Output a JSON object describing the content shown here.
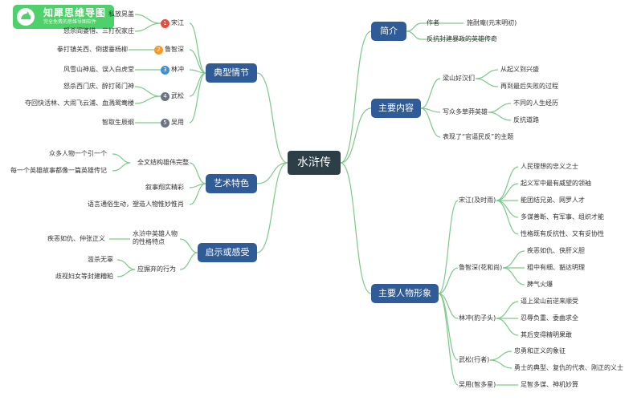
{
  "logo": {
    "title": "知犀思维导图",
    "subtitle": "完全免费的思维导图软件"
  },
  "root": "水浒传",
  "intro": {
    "label": "简介",
    "author_label": "作者",
    "author_value": "施耐庵(元末明初)",
    "theme": "反抗封建暴政的英雄传奇"
  },
  "content": {
    "label": "主要内容",
    "liangshan": "梁山好汉们",
    "liangshan_1": "从起义到兴盛",
    "liangshan_2": "再到最后失败的过程",
    "heroes": "写众多草莽英雄",
    "heroes_1": "不同的人生经历",
    "heroes_2": "反抗道路",
    "theme": "表现了“官逼民反”的主题"
  },
  "plots": {
    "label": "典型情节",
    "n1": "1",
    "n2": "2",
    "n3": "3",
    "n4": "4",
    "n5": "5",
    "c1": "宋江",
    "c2": "鲁智深",
    "c3": "林冲",
    "c4": "武松",
    "c5": "吴用",
    "s1a": "私放晁盖",
    "s1b": "怒杀阎婆惜、三打祝家庄",
    "s2": "拳打镇关西、倒拔垂杨柳",
    "s3": "风雪山神庙、误入白虎堂",
    "s4a": "怒杀西门庆、醉打蒋门神",
    "s4b": "夺回快活林、大闹飞云浦、血溅鸳鸯楼",
    "s5": "智取生辰纲"
  },
  "art": {
    "label": "艺术特色",
    "structure": "全文结构雄伟完整",
    "structure_1": "众多人物一个引一个",
    "structure_2": "每一个英雄故事都像一篇英雄传记",
    "narration": "叙事翔实精彩",
    "language": "语言通俗生动，塑造人物惟妙惟肖"
  },
  "insight": {
    "label": "启示或感受",
    "traits": "水浒中英雄人物\n的性格特点",
    "traits_1": "疾恶如仇、仲张正义",
    "abandon": "应摒弃的行为",
    "abandon_1": "滥杀无辜",
    "abandon_2": "歧视妇女等封建糟粕"
  },
  "characters": {
    "label": "主要人物形象",
    "songjiang": "宋江(及时雨)",
    "songjiang_1": "人民理想的忠义之士",
    "songjiang_2": "起义军中最有威望的领袖",
    "songjiang_3": "能团结兄弟、网罗人才",
    "songjiang_4": "多谋善断、有军事、组织才能",
    "songjiang_5": "性格既有反抗性、又有妥协性",
    "luzhishen": "鲁智深(花和尚)",
    "luzhishen_1": "疾恶如仇、侠肝义胆",
    "luzhishen_2": "粗中有细、豁达明理",
    "luzhishen_3": "脾气火爆",
    "linchong": "林冲(豹子头)",
    "linchong_1": "逼上梁山前逆来顺受",
    "linchong_2": "忍辱负重、委曲求全",
    "linchong_3": "其后变得精明果敢",
    "wusong": "武松(行者)",
    "wusong_1": "忠勇和正义的象征",
    "wusong_2": "勇士的典型、复仇的代表、刚正的义士",
    "wuyong": "吴用(智多星)",
    "wuyong_1": "足智多谋、神机妙算"
  },
  "colors": {
    "root": "#2c3e46",
    "branch": "#2f5b96",
    "line": "#7cc98a",
    "num1": "#e84b3c",
    "num2": "#f39a2b",
    "num3": "#3d8fd6",
    "num4": "#6b7383",
    "num5": "#6b7383",
    "logo": "#4ed06a"
  }
}
